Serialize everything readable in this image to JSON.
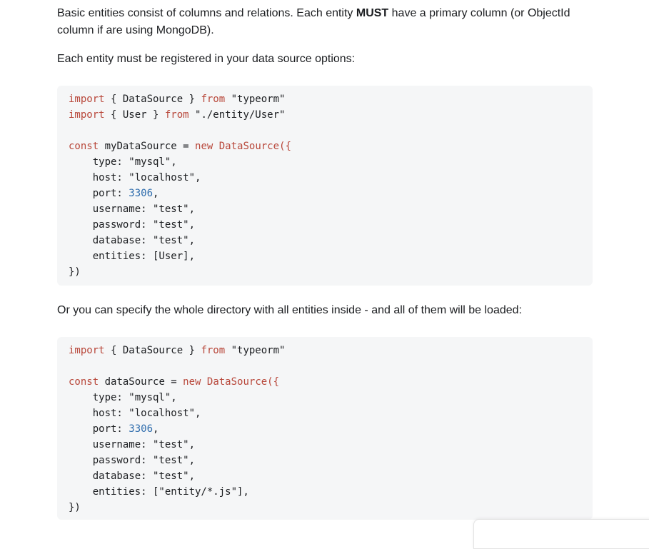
{
  "intro": {
    "before": "Basic entities consist of columns and relations. Each entity ",
    "bold": "MUST",
    "after": " have a primary column (or ObjectId column if are using MongoDB)."
  },
  "register_text": "Each entity must be registered in your data source options:",
  "directory_text": "Or you can specify the whole directory with all entities inside - and all of them will be loaded:",
  "code1": {
    "import1": {
      "kw": "import",
      "body": " { DataSource } ",
      "from": "from",
      "src": " \"typeorm\""
    },
    "import2": {
      "kw": "import",
      "body": " { User } ",
      "from": "from",
      "src": " \"./entity/User\""
    },
    "const_kw": "const",
    "var": " myDataSource = ",
    "new_kw": "new",
    "cls": " DataSource({",
    "type": "    type: \"mysql\",",
    "host": "    host: \"localhost\",",
    "port_key": "    port: ",
    "port_val": "3306",
    "port_end": ",",
    "username": "    username: \"test\",",
    "password": "    password: \"test\",",
    "database": "    database: \"test\",",
    "entities": "    entities: [User],",
    "close": "})"
  },
  "code2": {
    "import1": {
      "kw": "import",
      "body": " { DataSource } ",
      "from": "from",
      "src": " \"typeorm\""
    },
    "const_kw": "const",
    "var": " dataSource = ",
    "new_kw": "new",
    "cls": " DataSource({",
    "type": "    type: \"mysql\",",
    "host": "    host: \"localhost\",",
    "port_key": "    port: ",
    "port_val": "3306",
    "port_end": ",",
    "username": "    username: \"test\",",
    "password": "    password: \"test\",",
    "database": "    database: \"test\",",
    "entities": "    entities: [\"entity/*.js\"],",
    "close": "})"
  }
}
